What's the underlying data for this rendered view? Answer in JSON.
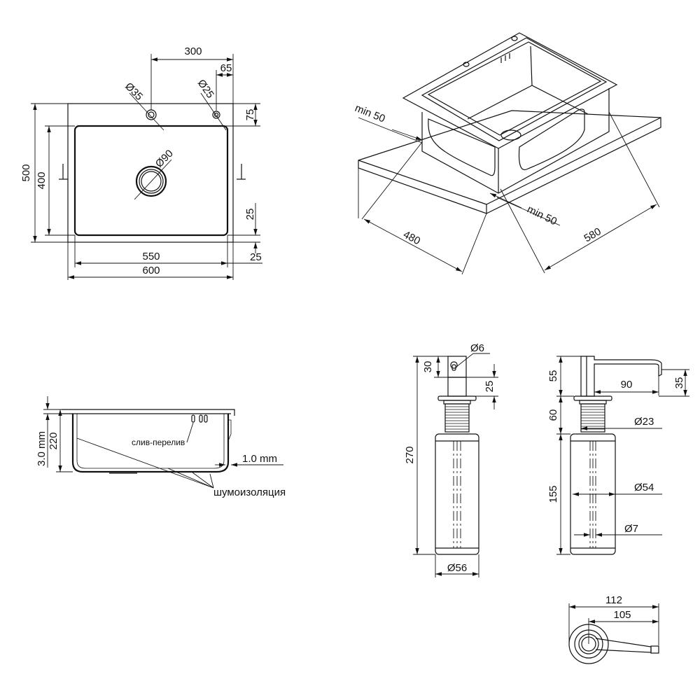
{
  "top_view": {
    "dim_300": "300",
    "dim_65": "65",
    "dim_d35": "Ø35",
    "dim_d25": "Ø25",
    "dim_75": "75",
    "dim_500": "500",
    "dim_400": "400",
    "dim_d90": "Ø90",
    "dim_25_right": "25",
    "dim_550": "550",
    "dim_600": "600",
    "dim_25_bottom": "25"
  },
  "iso_view": {
    "min50_left": "min 50",
    "min50_right": "min 50",
    "dim_480": "480",
    "dim_580": "580"
  },
  "section_view": {
    "dim_thickness": "3.0 mm",
    "dim_220": "220",
    "dim_wall": "1.0 mm",
    "label_overflow": "слив-перелив",
    "label_insulation": "шумоизоляция"
  },
  "dispenser_front": {
    "dim_30": "30",
    "dim_d6": "Ø6",
    "dim_25": "25",
    "dim_270": "270",
    "dim_d56": "Ø56"
  },
  "dispenser_side": {
    "dim_55": "55",
    "dim_90": "90",
    "dim_35": "35",
    "dim_60": "60",
    "dim_d23": "Ø23",
    "dim_155": "155",
    "dim_d54": "Ø54",
    "dim_d7": "Ø7"
  },
  "dispenser_top": {
    "dim_112": "112",
    "dim_105": "105"
  }
}
